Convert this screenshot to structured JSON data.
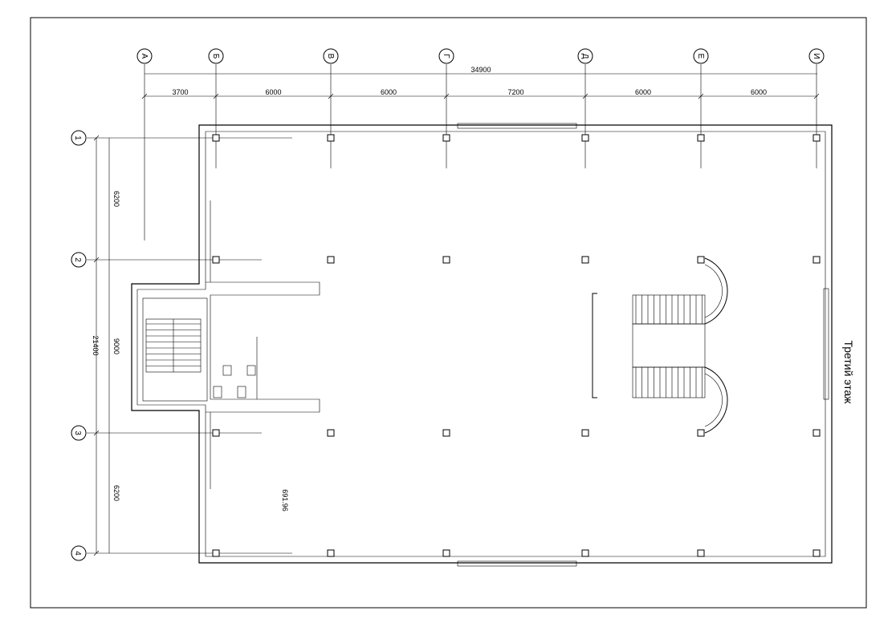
{
  "drawing": {
    "title": "Третий этаж",
    "area_label": "691.96"
  },
  "axes": {
    "letters": [
      "А",
      "Б",
      "В",
      "Г",
      "Д",
      "Е",
      "И"
    ],
    "numbers": [
      "1",
      "2",
      "3",
      "4"
    ]
  },
  "dimensions": {
    "total_horizontal": "34900",
    "horizontal": [
      "3700",
      "6000",
      "6000",
      "7200",
      "6000",
      "6000"
    ],
    "total_vertical": "21400",
    "vertical": [
      "6200",
      "9000",
      "6200"
    ]
  }
}
